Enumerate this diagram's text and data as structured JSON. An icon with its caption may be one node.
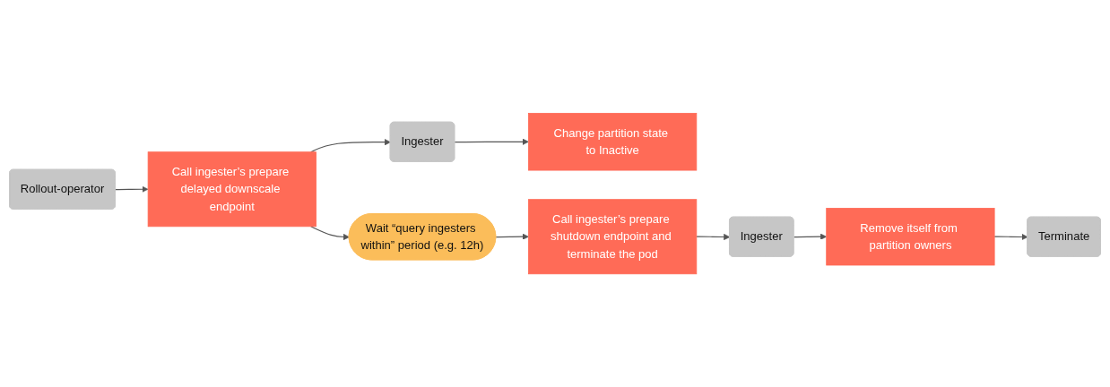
{
  "diagram": {
    "nodes": [
      {
        "text": [
          "Rollout-operator"
        ]
      },
      {
        "text": [
          "Call ingester’s prepare delayed downscale endpoint"
        ]
      },
      {
        "text": [
          "Ingester"
        ]
      },
      {
        "text": [
          "Change partition state to Inactive"
        ]
      },
      {
        "text": [
          "Wait “query ingesters within” period (e.g. 12h)"
        ]
      },
      {
        "text": [
          "Call ingester’s prepare shutdown endpoint and terminate the pod"
        ]
      },
      {
        "text": [
          "Ingester"
        ]
      },
      {
        "text": [
          "Remove itself from partition owners"
        ]
      },
      {
        "text": [
          "Terminate"
        ]
      }
    ],
    "edges": [
      {
        "from": 0,
        "to": 1,
        "arrow": "to"
      },
      {
        "from": 1,
        "to": 2,
        "arrow": "to"
      },
      {
        "from": 2,
        "to": 3,
        "arrow": "to"
      },
      {
        "from": 1,
        "to": 4,
        "arrow": "to"
      },
      {
        "from": 4,
        "to": 5,
        "arrow": "to"
      },
      {
        "from": 5,
        "to": 6,
        "arrow": "to"
      },
      {
        "from": 6,
        "to": 7,
        "arrow": "to"
      },
      {
        "from": 7,
        "to": 8,
        "arrow": "to"
      }
    ]
  }
}
